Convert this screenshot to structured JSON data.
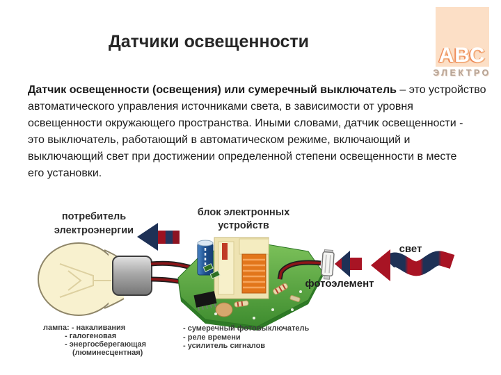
{
  "title": "Датчики освещенности",
  "logo": {
    "abc": "АВС",
    "electro": "ЭЛЕКТРО",
    "bg_color": "#fcdfc6"
  },
  "paragraph": {
    "line1_bold": "Датчик освещенности (освещения) или сумеречный выключатель",
    "line1_rest": " – это устройство",
    "line2": "автоматического управления источниками света, в зависимости от уровня",
    "line3": "освещенности окружающего пространства. Иными словами, датчик освещенности -",
    "line4": "это выключатель, работающий в автоматическом режиме, включающий и",
    "line5": "выключающий свет при достижении определенной степени освещенности в месте",
    "line6": "его установки."
  },
  "diagram": {
    "labels": {
      "consumer_line1": "потребитель",
      "consumer_line2": "электроэнергии",
      "block_line1": "блок электронных",
      "block_line2": "устройств",
      "light": "свет",
      "photoelement": "фотоэлемент"
    },
    "lamp_list": {
      "line1": "лампа: - накаливания",
      "line2": "- галогеновая",
      "line3": "- энергосберегающая",
      "line4": "(люминесцентная)"
    },
    "block_list": {
      "line1": "- сумеречный фотовыключатель",
      "line2": "- реле времени",
      "line3": "- усилитель сигналов"
    },
    "colors": {
      "arrow_red": "#a81424",
      "arrow_navy": "#1e3156",
      "wire_red": "#8c1518",
      "pcb_green_dark": "#2e7a26",
      "bulb_glass": "#f8f1cf",
      "coil_orange": "#e2761b",
      "transformer_beige": "#eee3b2"
    }
  }
}
